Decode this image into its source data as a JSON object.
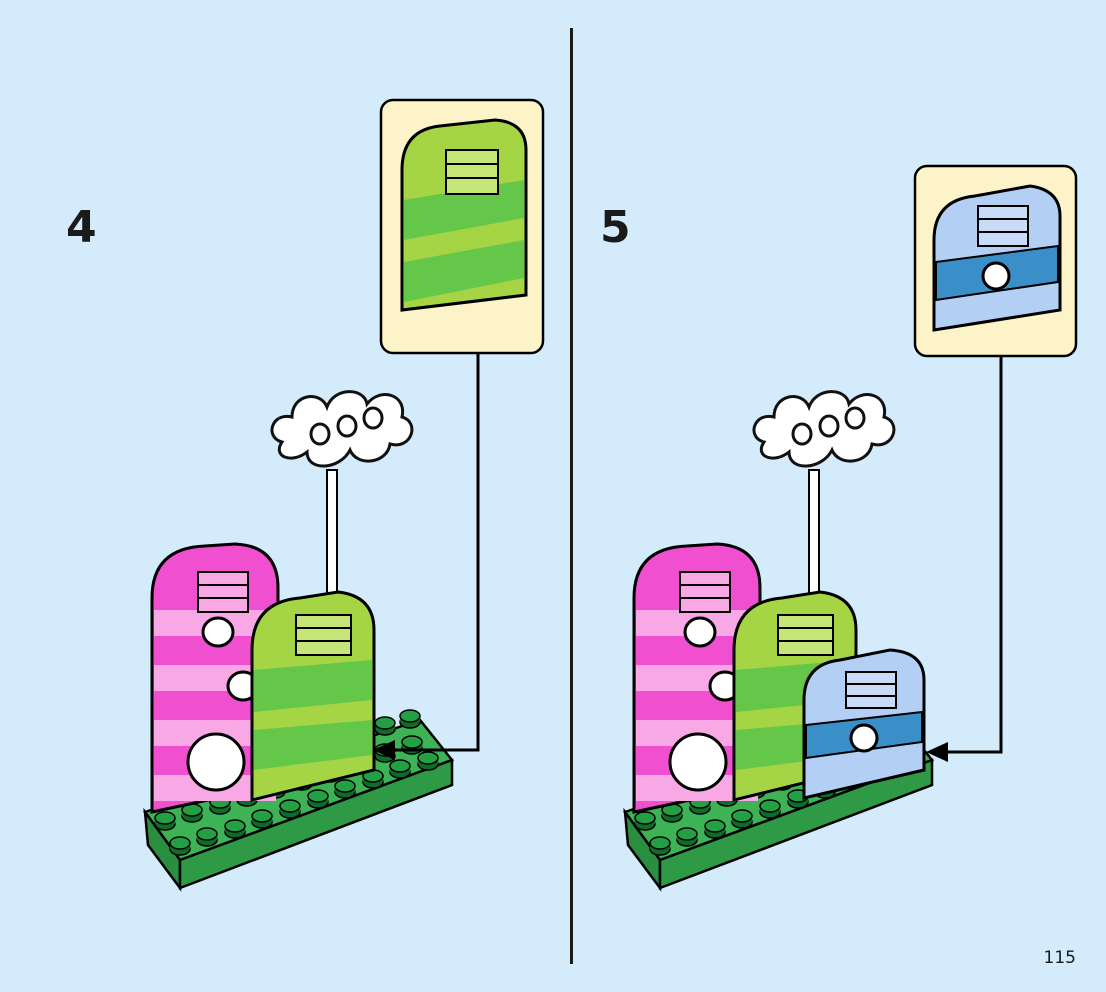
{
  "steps": [
    {
      "number": "4",
      "new_part": "lime-green-arch-brick",
      "new_part_color": "#a5d544"
    },
    {
      "number": "5",
      "new_part": "light-blue-arch-brick",
      "new_part_color": "#a9c9f0"
    }
  ],
  "page_number": "115",
  "colors": {
    "background": "#d4ebfb",
    "callout": "#fdf3c8",
    "pink": "#f04fd0",
    "pink_light": "#f9a8e6",
    "lime": "#a5d544",
    "green_mid": "#65c74a",
    "base_green": "#3db356",
    "blue_light": "#b3cff4",
    "blue_dark": "#3a8fc8"
  }
}
